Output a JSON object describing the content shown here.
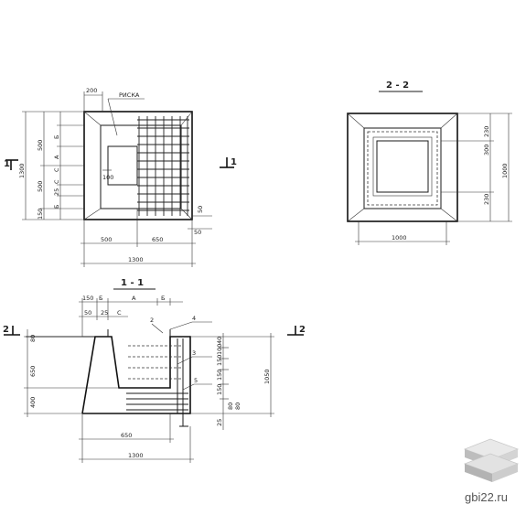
{
  "plan": {
    "cut_label": "1",
    "rim_label": "РИСКА",
    "top_dim": "200",
    "side_dims": [
      "1300",
      "500",
      "500",
      "150",
      "Б",
      "А",
      "С",
      "С",
      "25",
      "Б"
    ],
    "bottom_dims": [
      "500",
      "650",
      "1300"
    ],
    "right_dims": [
      "50",
      "50"
    ],
    "inner_dim": "100"
  },
  "section22": {
    "title": "2 - 2",
    "dims": [
      "1000",
      "300",
      "230",
      "230",
      "1000"
    ]
  },
  "section11": {
    "title": "1 - 1",
    "top_dims": [
      "150",
      "Б",
      "А",
      "Б",
      "50",
      "25",
      "С"
    ],
    "left_dims": [
      "80",
      "650",
      "400"
    ],
    "right_dims": [
      "150",
      "150",
      "150",
      "100",
      "40",
      "1050",
      "80",
      "80",
      "25"
    ],
    "bottom_dims": [
      "650",
      "1300"
    ],
    "callouts": [
      "2",
      "4",
      "3",
      "5"
    ],
    "cut_label": "2"
  },
  "watermark": {
    "text": "gbi22.ru"
  }
}
